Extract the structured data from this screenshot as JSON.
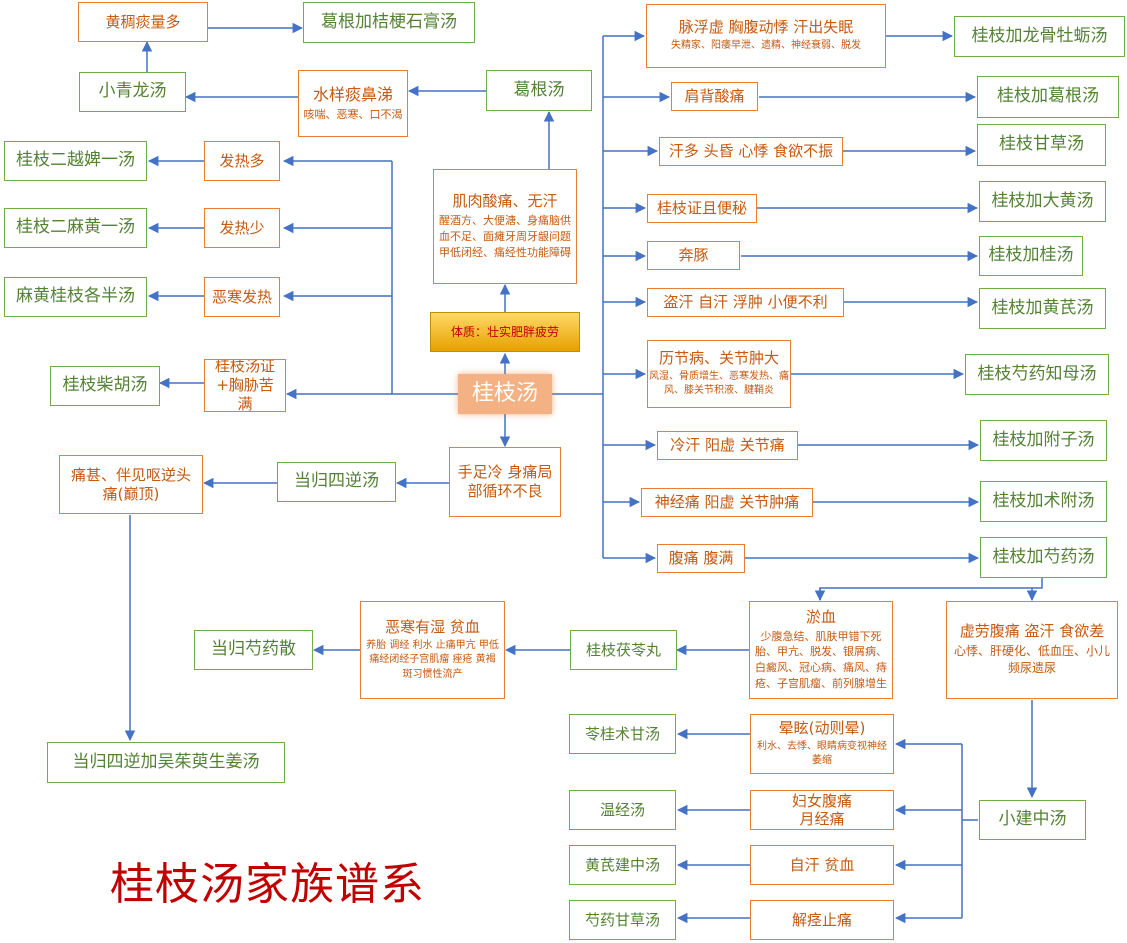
{
  "title": "桂枝汤家族谱系",
  "colors": {
    "line": "#4472c4",
    "green": "#70ad47",
    "orange": "#ed7d31",
    "title": "#c00000"
  },
  "nodes": {
    "guizhi": "桂枝汤",
    "tizhi": "体质：壮实肥胖疲劳",
    "jirou_t": "肌肉酸痛、无汗",
    "jirou_s": "醒酒方、大便溏、身痛脑供血不足、面瘫牙周牙龈问题甲低闭经、痛经性功能障碍",
    "gegen": "葛根汤",
    "shuiyang_t": "水样痰鼻涕",
    "shuiyang_s": "咳喘、恶寒、口不渴",
    "huangchou": "黄稠痰量多",
    "gegen_jie": "葛根加桔梗石膏汤",
    "xiaoqinglong": "小青龙汤",
    "farere_duo": "发热多",
    "yuebi": "桂枝二越婢一汤",
    "farere_shao": "发热少",
    "mahuang1": "桂枝二麻黄一汤",
    "ehan": "恶寒发热",
    "mahuang_ban": "麻黄桂枝各半汤",
    "xiongxie": "桂枝汤证+胸胁苦满",
    "chaihu": "桂枝柴胡汤",
    "shouzu": "手足冷 身痛局部循环不良",
    "danggui_sini": "当归四逆汤",
    "tongshen": "痛甚、伴见呕逆头痛(巅顶)",
    "danggui_wuzhu": "当归四逆加吴茱萸生姜汤",
    "mai_t": "脉浮虚 胸腹动悸 汗出失眠",
    "mai_s": "失精家、阳痿早泄、遗精、神经衰弱、脱发",
    "longgu": "桂枝加龙骨牡蛎汤",
    "jianbei": "肩背酸痛",
    "jia_gegen": "桂枝加葛根汤",
    "handuo": "汗多 头昏 心悸 食欲不振",
    "gancao": "桂枝甘草汤",
    "bianmi": "桂枝证且便秘",
    "dahuang": "桂枝加大黄汤",
    "bentun": "奔豚",
    "jiagui": "桂枝加桂汤",
    "daohan": "盗汗 自汗 浮肿 小便不利",
    "huangqi": "桂枝加黄芪汤",
    "lijie_t": "历节病、关节肿大",
    "lijie_s": "风湿、骨质增生、恶寒发热、痛风、膝关节积液、腱鞘炎",
    "zhimu": "桂枝芍药知母汤",
    "lenghan": "冷汗 阳虚 关节痛",
    "fuzi": "桂枝加附子汤",
    "shenjing": "神经痛 阳虚 关节肿痛",
    "zhufu": "桂枝加术附汤",
    "futong": "腹痛 腹满",
    "shaoyao": "桂枝加芍药汤",
    "yuxue_t": "淤血",
    "yuxue_s": "少腹急结、肌肤甲错下死胎、甲亢、脱发、银屑病、白癜风、冠心病、痛风、痔疮、子宫肌瘤、前列腺增生",
    "xulao_t": "虚劳腹痛 盗汗 食欲差",
    "xulao_s": "心悸、肝硬化、低血压、小儿频尿遗尿",
    "fuling": "桂枝茯苓丸",
    "ehan_t": "恶寒有湿 贫血",
    "ehan_s": "养胎 调经 利水 止痛甲亢 甲低 痛经闭经子宫肌瘤 痤疮 黄褐斑习惯性流产",
    "danggui_shaoyao": "当归芍药散",
    "xuanyun_t": "晕眩(动则晕)",
    "xuanyun_s": "利水、去悸、眼睛病变视神经萎缩",
    "linggui": "苓桂术甘汤",
    "funv": "妇女腹痛月经痛",
    "wenjing": "温经汤",
    "xiaojianzhong": "小建中汤",
    "zihan": "自汗 贫血",
    "huangqi_jz": "黄芪建中汤",
    "jiejing": "解痉止痛",
    "shaoyao_gc": "芍药甘草汤"
  }
}
